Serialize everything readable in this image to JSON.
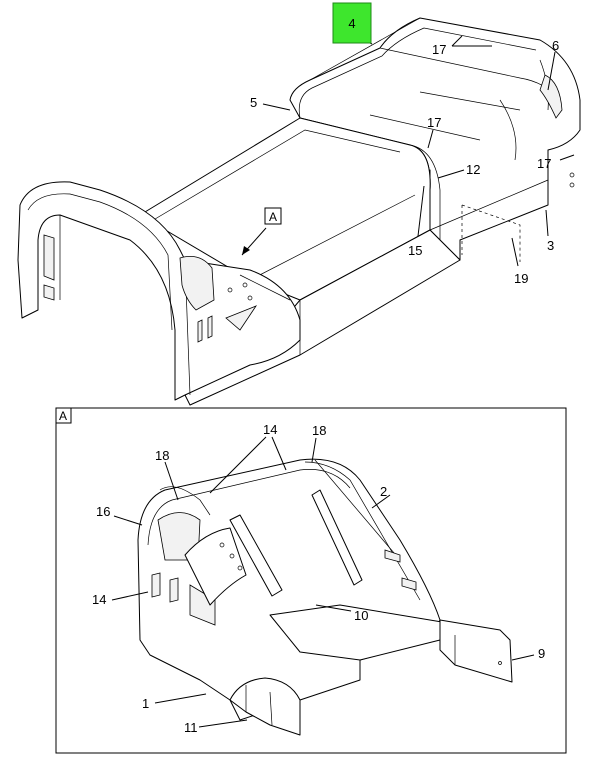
{
  "callouts": {
    "c1": "1",
    "c2": "2",
    "c3": "3",
    "c4": "4",
    "c5": "5",
    "c6": "6",
    "c9": "9",
    "c10": "10",
    "c11": "11",
    "c12": "12",
    "c14a": "14",
    "c14b": "14",
    "c15": "15",
    "c16": "16",
    "c17a": "17",
    "c17b": "17",
    "c17c": "17",
    "c18a": "18",
    "c18b": "18",
    "c19": "19"
  },
  "view_label": "A",
  "detail_label": "A",
  "highlight_color": "#3ee62d"
}
